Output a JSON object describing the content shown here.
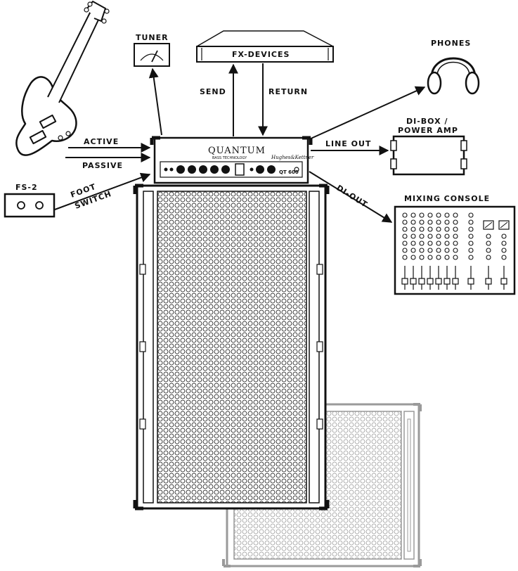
{
  "labels": {
    "tuner": "TUNER",
    "fx_devices": "FX-DEVICES",
    "phones": "PHONES",
    "send": "SEND",
    "return": "RETURN",
    "active": "ACTIVE",
    "passive": "PASSIVE",
    "foot": "FOOT",
    "switch": "SWITCH",
    "fs2": "FS-2",
    "line_out": "LINE OUT",
    "di_box_line1": "DI-BOX /",
    "di_box_line2": "POWER AMP",
    "di_out": "DI-OUT",
    "mixing_console": "MIXING CONSOLE"
  },
  "amp": {
    "brand": "QUANTUM",
    "tagline": "BASS TECHNOLOGY",
    "maker": "Hughes&Kettner",
    "model": "QT 600"
  },
  "colors": {
    "ink": "#111111",
    "ghost_cabinet": "#9a9a9a"
  }
}
